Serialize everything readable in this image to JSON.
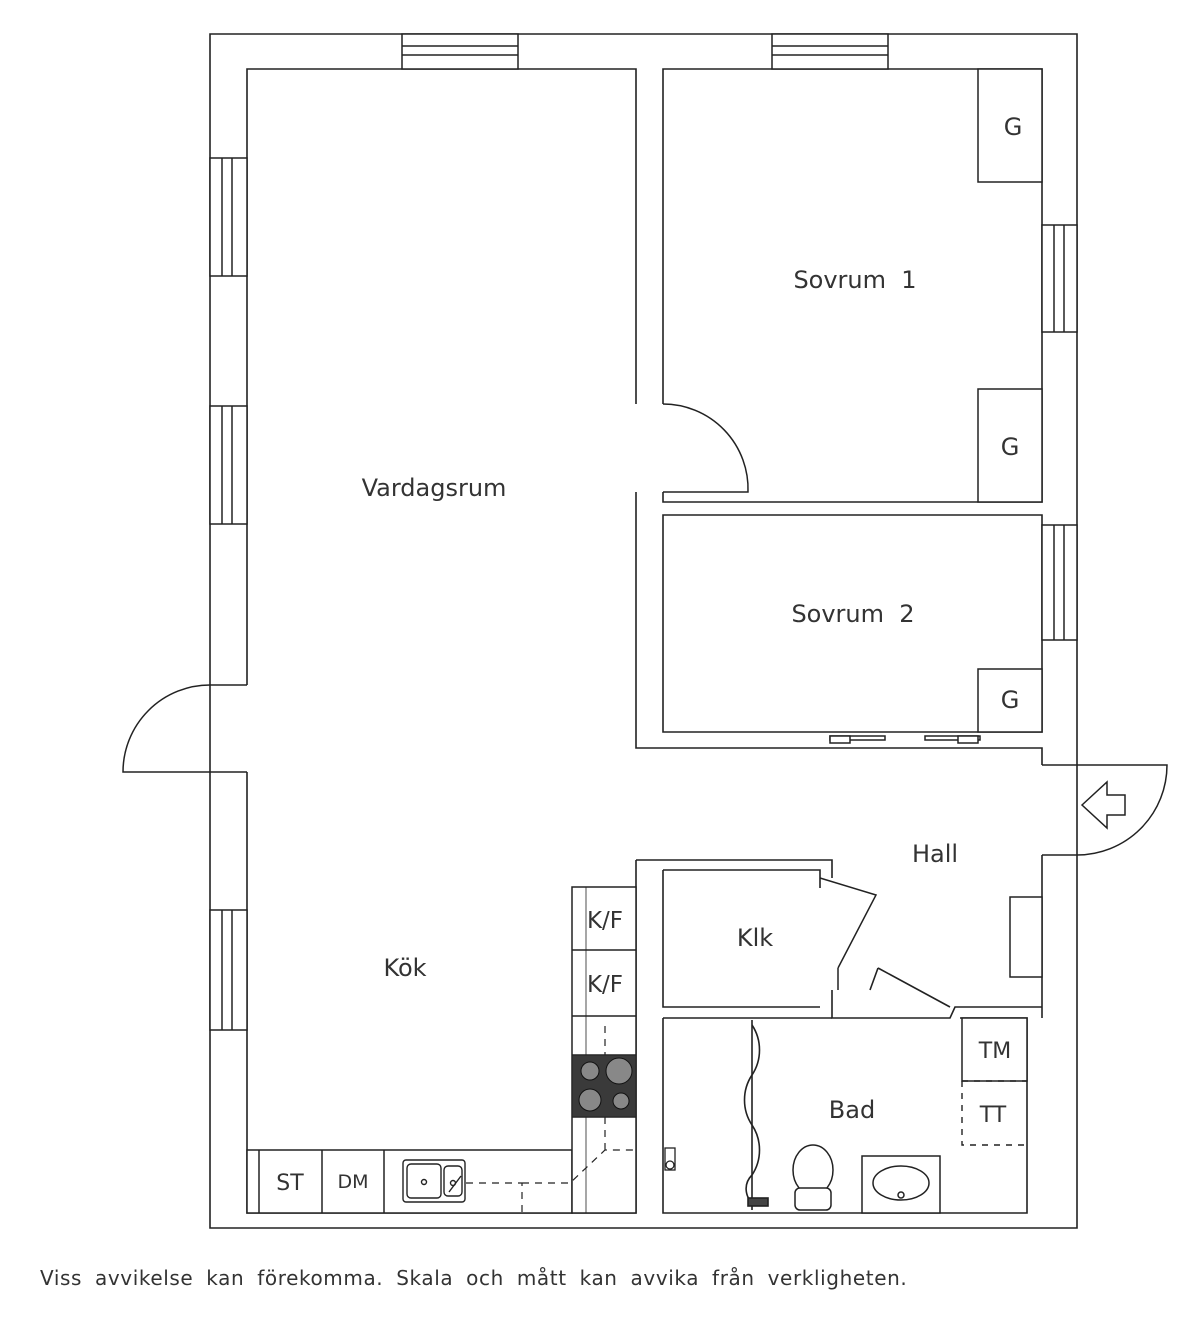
{
  "rooms": {
    "vardagsrum": "Vardagsrum",
    "sovrum1": "Sovrum  1",
    "sovrum2": "Sovrum  2",
    "kok": "Kök",
    "hall": "Hall",
    "klk": "Klk",
    "bad": "Bad"
  },
  "fixtures": {
    "garderob": "G",
    "kyl_frys": "K/F",
    "storage": "ST",
    "diskmaskin": "DM",
    "tvattmaskin": "TM",
    "torktumlare": "TT"
  },
  "footer": {
    "disclaimer": "Viss avvikelse kan förekomma. Skala och mått kan avvika från verkligheten."
  },
  "colors": {
    "line": "#222222",
    "stove": "#3a3a3a",
    "text": "#333333"
  }
}
